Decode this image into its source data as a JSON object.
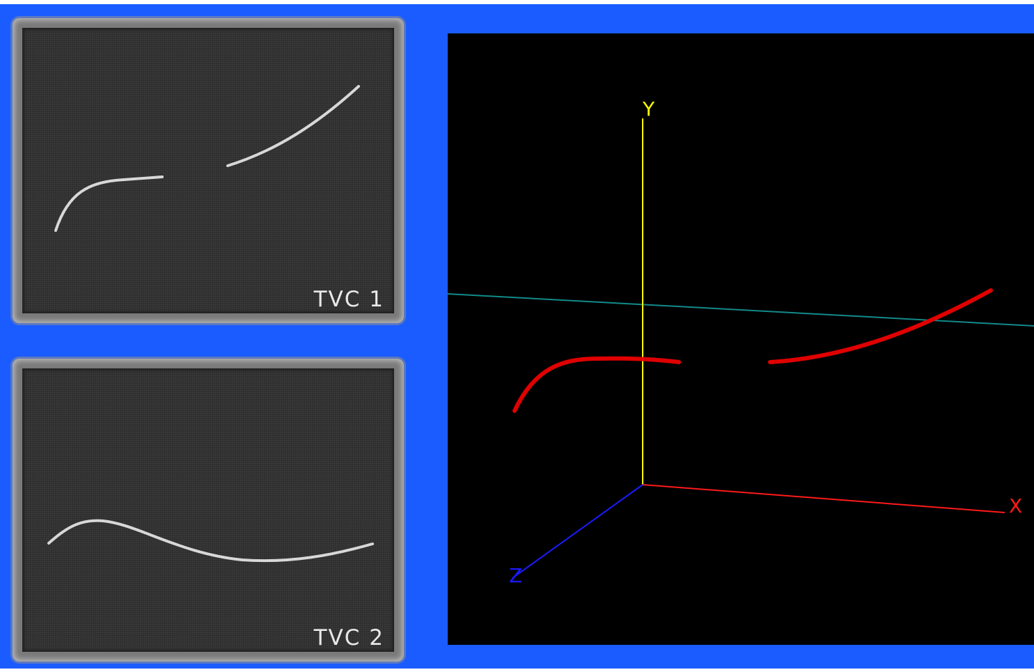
{
  "panels": [
    {
      "label": "TVC 1"
    },
    {
      "label": "TVC 2"
    }
  ],
  "viewport": {
    "axes": {
      "x_label": "X",
      "y_label": "Y",
      "z_label": "Z"
    }
  },
  "colors": {
    "background": "#1a5cff",
    "panel_curve": "#d8d8d8",
    "trajectory": "#e00000",
    "x_axis": "#ff1a1a",
    "y_axis": "#ffff00",
    "z_axis": "#1a1aff",
    "ground_line": "#138a8a"
  }
}
